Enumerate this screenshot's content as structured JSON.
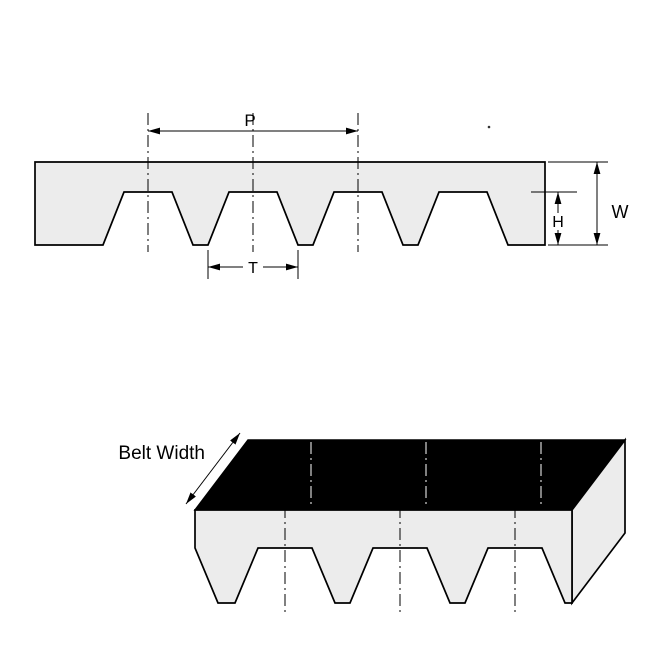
{
  "diagram": {
    "labels": {
      "pitch": "P",
      "tooth_width": "T",
      "tooth_height": "H",
      "belt_thickness": "W",
      "belt_width": "Belt Width"
    },
    "colors": {
      "background": "#ffffff",
      "belt_fill": "#ececec",
      "outline": "#000000",
      "top_face_fill": "#000000",
      "centerline": "#000000"
    }
  }
}
